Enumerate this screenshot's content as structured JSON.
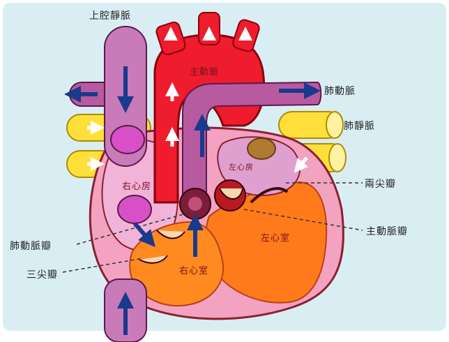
{
  "labels": {
    "superior_vena_cava": "上腔靜脈",
    "aorta": "主動脈",
    "pulmonary_artery": "肺動脈",
    "pulmonary_vein": "肺靜脈",
    "left_atrium": "左心房",
    "right_atrium": "右心房",
    "mitral_valve": "兩尖瓣",
    "aortic_valve": "主動脈瓣",
    "left_ventricle": "左心室",
    "right_ventricle": "右心室",
    "pulmonary_valve": "肺動脈瓣",
    "tricuspid_valve": "三尖瓣"
  },
  "colors": {
    "background": "#d9eef3",
    "oxygenated": "#ee1c2c",
    "deoxygenated": "#c97ab8",
    "pulmonary_vein": "#ffe03a",
    "ventricle": "#ff7a1a",
    "flow_arrow": "#1a3a8c"
  }
}
